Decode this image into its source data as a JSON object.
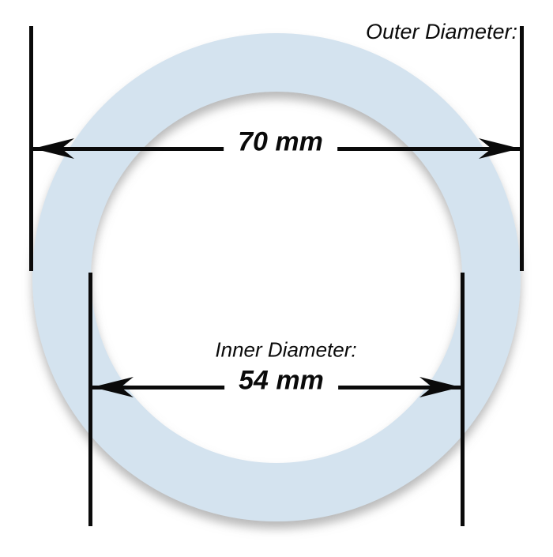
{
  "diagram": {
    "type": "technical-dimension-drawing",
    "subject": "ring-gasket-cross-section",
    "outer": {
      "label": "Outer Diameter:",
      "value": "70 mm"
    },
    "inner": {
      "label": "Inner Diameter:",
      "value": "54 mm"
    },
    "colors": {
      "ring_fill": "#d4e3ef",
      "line_color": "#0a0a0a",
      "background": "#ffffff",
      "shadow": "#8a8a8a"
    }
  }
}
